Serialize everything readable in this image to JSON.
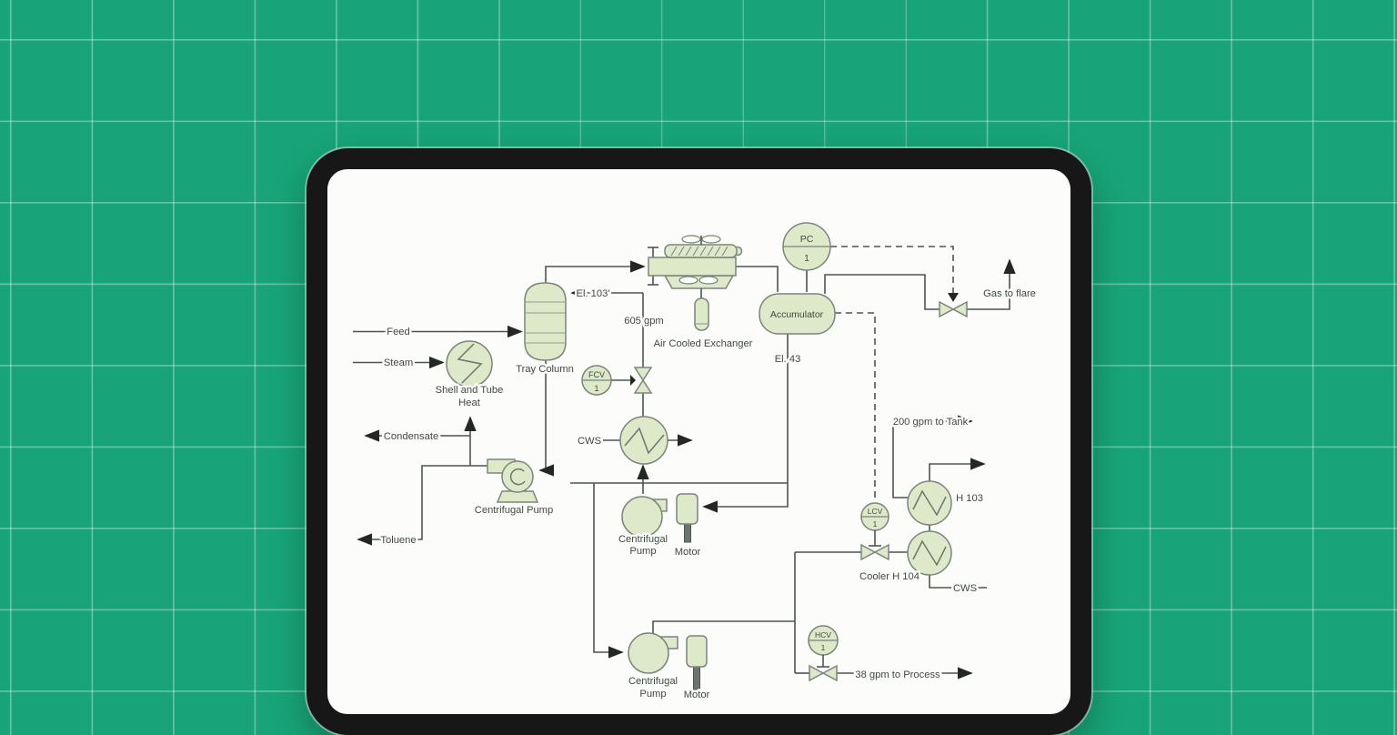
{
  "scene": {
    "background_color": "#18a478",
    "grid_color": "rgba(255,255,255,0.34)",
    "tablet_bezel_color": "#171717",
    "screen_color": "#fcfcfb"
  },
  "diagram": {
    "shape_fill": "#dde9c8",
    "shape_stroke": "#7a857c",
    "line_color": "#4d544e",
    "labels": {
      "feed": "Feed",
      "steam": "Steam",
      "condensate": "Condensate",
      "toluene": "Toluene",
      "tray_column": "Tray Column",
      "shell_tube_1": "Shell and Tube",
      "shell_tube_2": "Heat",
      "pump_left": "Centrifugal Pump",
      "el103": "El. 103'",
      "gpm605": "605 gpm",
      "fcv": "FCV",
      "fcv_no": "1",
      "cws_left": "CWS",
      "air_cooled": "Air Cooled Exchanger",
      "pc": "PC",
      "pc_no": "1",
      "accumulator": "Accumulator",
      "el43": "El. 43",
      "gas_flare": "Gas to flare",
      "pump_mid_1": "Centrifugal",
      "pump_mid_2": "Pump",
      "motor_mid": "Motor",
      "lcv": "LCV",
      "lcv_no": "1",
      "tank200": "200 gpm to Tank",
      "h103": "H 103",
      "cooler_h104": "Cooler H 104",
      "cws_right": "CWS",
      "hcv": "HCV",
      "hcv_no": "1",
      "process38": "38 gpm to Process",
      "pump_bot_1": "Centrifugal",
      "pump_bot_2": "Pump",
      "motor_bot": "Motor"
    }
  }
}
